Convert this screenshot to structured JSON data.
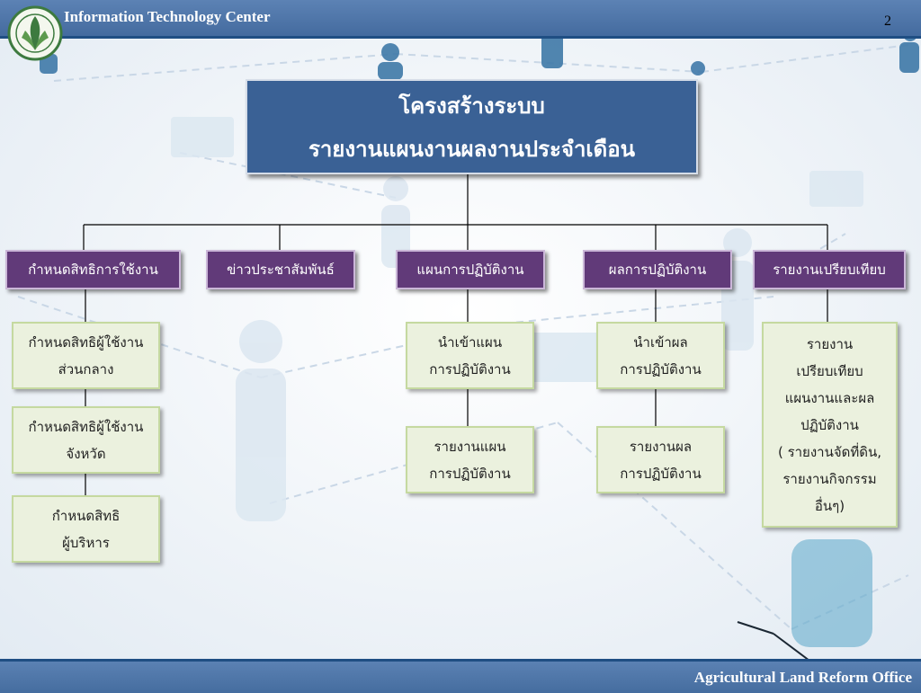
{
  "header": {
    "title": "Information Technology Center",
    "page_number": "2"
  },
  "footer": {
    "text": "Agricultural Land Reform Office"
  },
  "chart": {
    "root": {
      "lines": [
        "โครงสร้างระบบ",
        "รายงานแผนงานผลงานประจำเดือน"
      ]
    },
    "categories": [
      {
        "label": "กำหนดสิทธิการใช้งาน",
        "children": [
          {
            "lines": [
              "กำหนดสิทธิผู้ใช้งาน",
              "ส่วนกลาง"
            ]
          },
          {
            "lines": [
              "กำหนดสิทธิผู้ใช้งาน",
              "จังหวัด"
            ]
          },
          {
            "lines": [
              "กำหนดสิทธิ",
              "ผู้บริหาร"
            ]
          }
        ]
      },
      {
        "label": "ข่าวประชาสัมพันธ์",
        "children": []
      },
      {
        "label": "แผนการปฏิบัติงาน",
        "children": [
          {
            "lines": [
              "นำเข้าแผน",
              "การปฏิบัติงาน"
            ]
          },
          {
            "lines": [
              "รายงานแผน",
              "การปฏิบัติงาน"
            ]
          }
        ]
      },
      {
        "label": "ผลการปฏิบัติงาน",
        "children": [
          {
            "lines": [
              "นำเข้าผล",
              "การปฏิบัติงาน"
            ]
          },
          {
            "lines": [
              "รายงานผล",
              "การปฏิบัติงาน"
            ]
          }
        ]
      },
      {
        "label": "รายงานเปรียบเทียบ",
        "children": [
          {
            "lines": [
              "รายงาน",
              "เปรียบเทียบ",
              "แผนงานและผล",
              "ปฏิบัติงาน",
              "( รายงานจัดที่ดิน,",
              "รายงานกิจกรรม",
              "อื่นๆ)"
            ]
          }
        ]
      }
    ]
  },
  "colors": {
    "header_bar": "#4f76aa",
    "root_fill": "#3a6195",
    "category_fill": "#613a79",
    "sub_fill": "#ebf1de",
    "sub_border": "#c5d9a0"
  },
  "icons": [
    "seal-logo-icon"
  ]
}
